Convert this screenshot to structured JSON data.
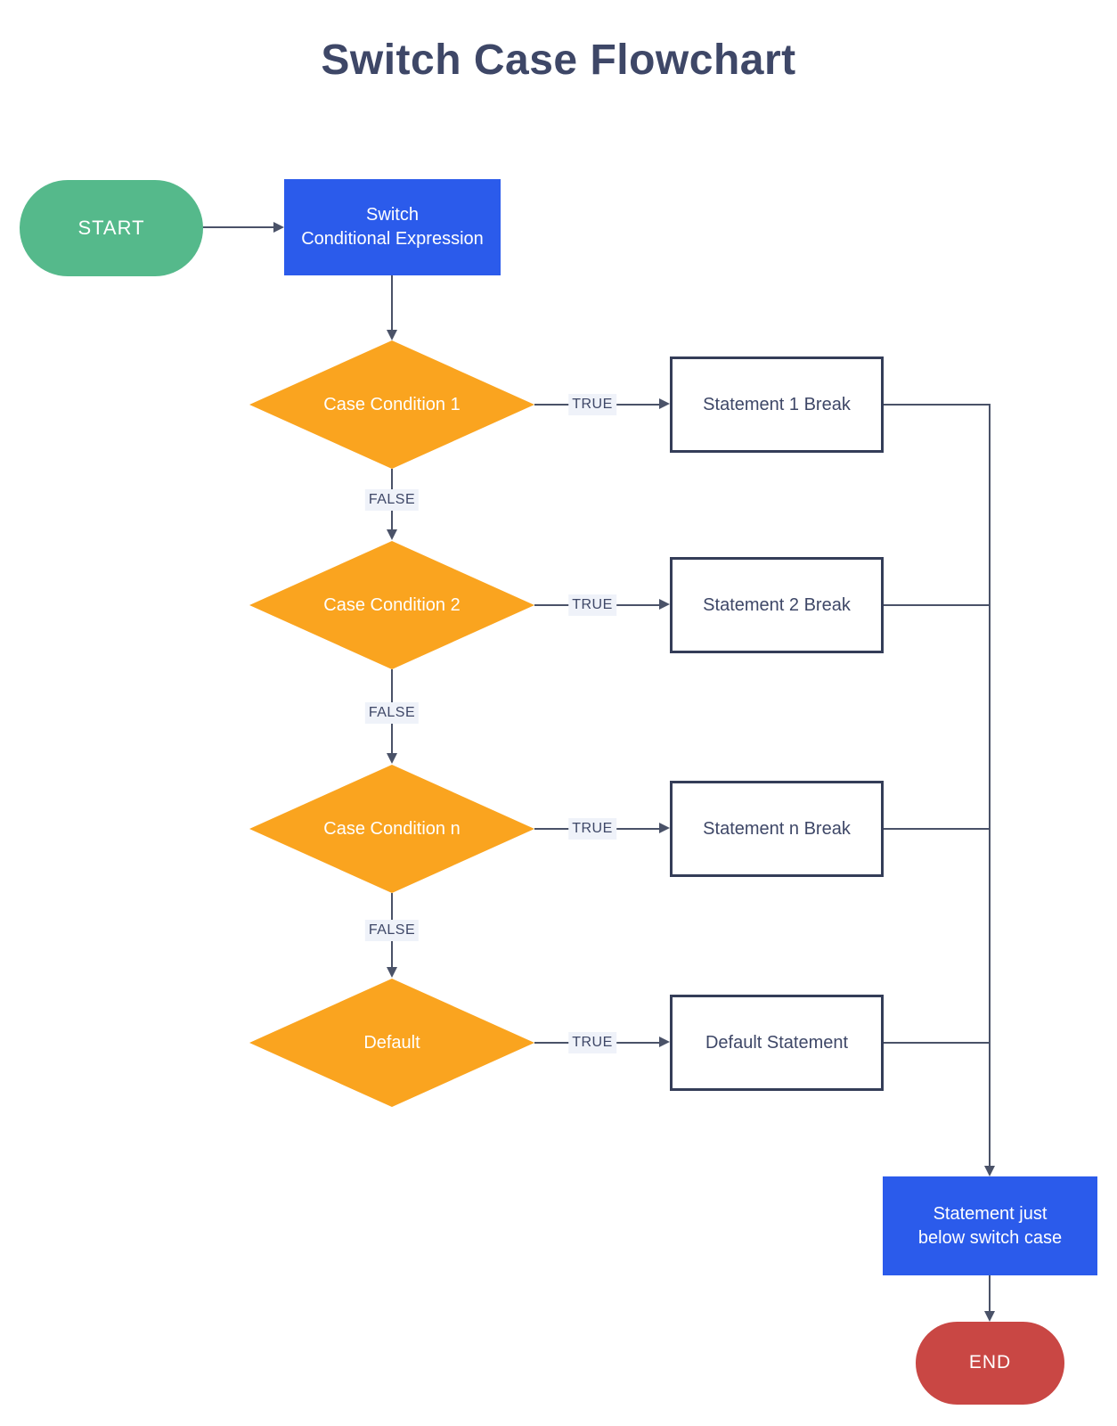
{
  "title": "Switch Case Flowchart",
  "colors": {
    "green": "#55B98B",
    "blue": "#2B5BEB",
    "orange": "#FAA41F",
    "red": "#C94744",
    "line": "#4A5268",
    "node_border": "#343D58",
    "text_dark": "#3E4767",
    "label_bg": "#EFF2F9",
    "canvas_bg": "#FFFFFF"
  },
  "nodes": {
    "start": {
      "label": "START",
      "shape": "terminator"
    },
    "switch": {
      "label": "Switch\nConditional Expression",
      "shape": "process"
    },
    "case1": {
      "label": "Case Condition 1",
      "shape": "decision"
    },
    "case2": {
      "label": "Case Condition 2",
      "shape": "decision"
    },
    "casen": {
      "label": "Case Condition n",
      "shape": "decision"
    },
    "default": {
      "label": "Default",
      "shape": "decision"
    },
    "stmt1": {
      "label": "Statement 1 Break",
      "shape": "process"
    },
    "stmt2": {
      "label": "Statement 2 Break",
      "shape": "process"
    },
    "stmtn": {
      "label": "Statement n Break",
      "shape": "process"
    },
    "stmtd": {
      "label": "Default Statement",
      "shape": "process"
    },
    "below": {
      "label": "Statement just\nbelow switch case",
      "shape": "process"
    },
    "end": {
      "label": "END",
      "shape": "terminator"
    }
  },
  "edges": [
    {
      "from": "start",
      "to": "switch",
      "label": ""
    },
    {
      "from": "switch",
      "to": "case1",
      "label": ""
    },
    {
      "from": "case1",
      "to": "stmt1",
      "label": "TRUE"
    },
    {
      "from": "case1",
      "to": "case2",
      "label": "FALSE"
    },
    {
      "from": "stmt1",
      "to": "below",
      "label": ""
    },
    {
      "from": "case2",
      "to": "stmt2",
      "label": "TRUE"
    },
    {
      "from": "case2",
      "to": "casen",
      "label": "FALSE"
    },
    {
      "from": "stmt2",
      "to": "below",
      "label": ""
    },
    {
      "from": "casen",
      "to": "stmtn",
      "label": "TRUE"
    },
    {
      "from": "casen",
      "to": "default",
      "label": "FALSE"
    },
    {
      "from": "stmtn",
      "to": "below",
      "label": ""
    },
    {
      "from": "default",
      "to": "stmtd",
      "label": "TRUE"
    },
    {
      "from": "stmtd",
      "to": "below",
      "label": ""
    },
    {
      "from": "below",
      "to": "end",
      "label": ""
    },
    {
      "from": "stmtd",
      "to": "below",
      "label": ""
    }
  ]
}
